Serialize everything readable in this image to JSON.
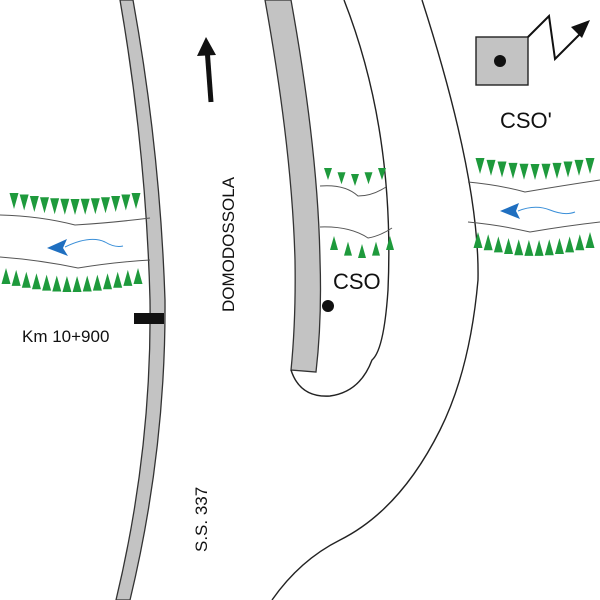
{
  "map": {
    "labels": {
      "cso": "CSO",
      "cso_prime": "CSO'",
      "km_marker": "Km 10+900",
      "direction": "DOMODOSSOLA",
      "road": "S.S. 337"
    },
    "legend_icons": [
      "station-box-icon",
      "telemetry-zigzag-arrow-icon"
    ],
    "colors": {
      "road_gray": "#c3c3c3",
      "vegetation_green": "#1e9a3c",
      "flow_blue": "#1f6fc0",
      "outline": "#222222",
      "marker_black": "#111111"
    },
    "features": [
      "state-road-ss337",
      "km-10-900-marker",
      "river-crossing-left",
      "river-crossing-center",
      "river-crossing-right",
      "cso-monitoring-point",
      "cso-prime-remote-station",
      "north-arrow-to-domodossola"
    ]
  }
}
